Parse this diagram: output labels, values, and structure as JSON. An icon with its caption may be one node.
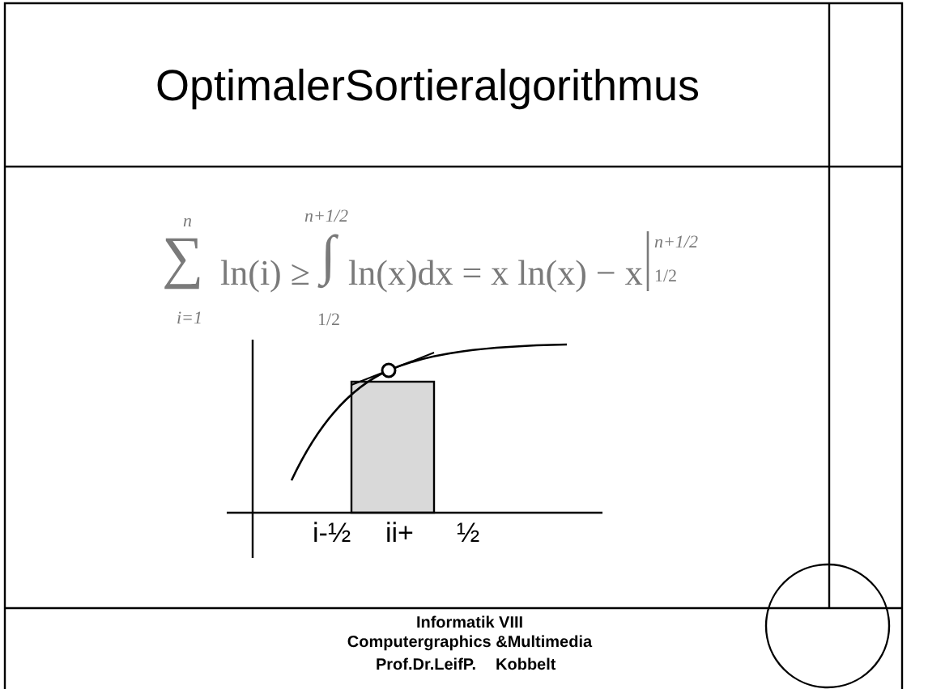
{
  "diagram": {
    "title": "OptimalerSortieralgorithmus",
    "labels": [
      "n",
      "n+1/2",
      "∑",
      "ln(i) ≥",
      "∫",
      "ln(x)dx = x ln(x) − x",
      "n+1/2",
      "1/2",
      "i=1",
      "1/2",
      "i-½",
      "ii+",
      "½",
      "Informatik VIII",
      "Computergraphics &Multimedia",
      "Prof.Dr.LeifP.",
      "Kobbelt"
    ]
  }
}
